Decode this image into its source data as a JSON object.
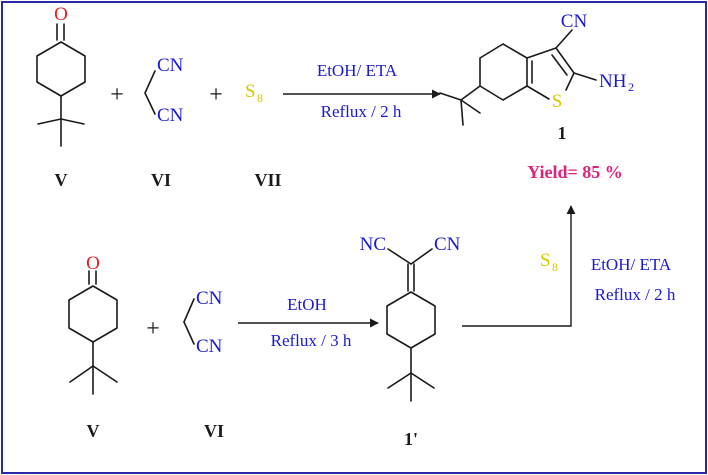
{
  "colors": {
    "frame": "#2a2aa8",
    "oxygen": "#e02020",
    "nitrogen": "#1a1ad0",
    "sulfur": "#d4c800",
    "conditions": "#1a1ad0",
    "yield": "#e0207a",
    "bond": "#1a1a1a"
  },
  "atoms": {
    "O": "O",
    "CN": "CN",
    "NC": "NC",
    "NH": "NH",
    "two": "2",
    "S": "S",
    "eight": "8"
  },
  "plus": "+",
  "top": {
    "conditions_above": "EtOH/ ETA",
    "conditions_below": "Reflux / 2 h",
    "labels": {
      "ketone": "V",
      "malononitrile": "VI",
      "sulfur": "VII"
    },
    "product_label": "1",
    "yield": "Yield= 85 %"
  },
  "bottom": {
    "step1_above": "EtOH",
    "step1_below": "Reflux / 3 h",
    "step2_line1": "EtOH/ ETA",
    "step2_line2": "Reflux / 2 h",
    "labels": {
      "ketone": "V",
      "malononitrile": "VI",
      "intermediate": "1'"
    }
  }
}
